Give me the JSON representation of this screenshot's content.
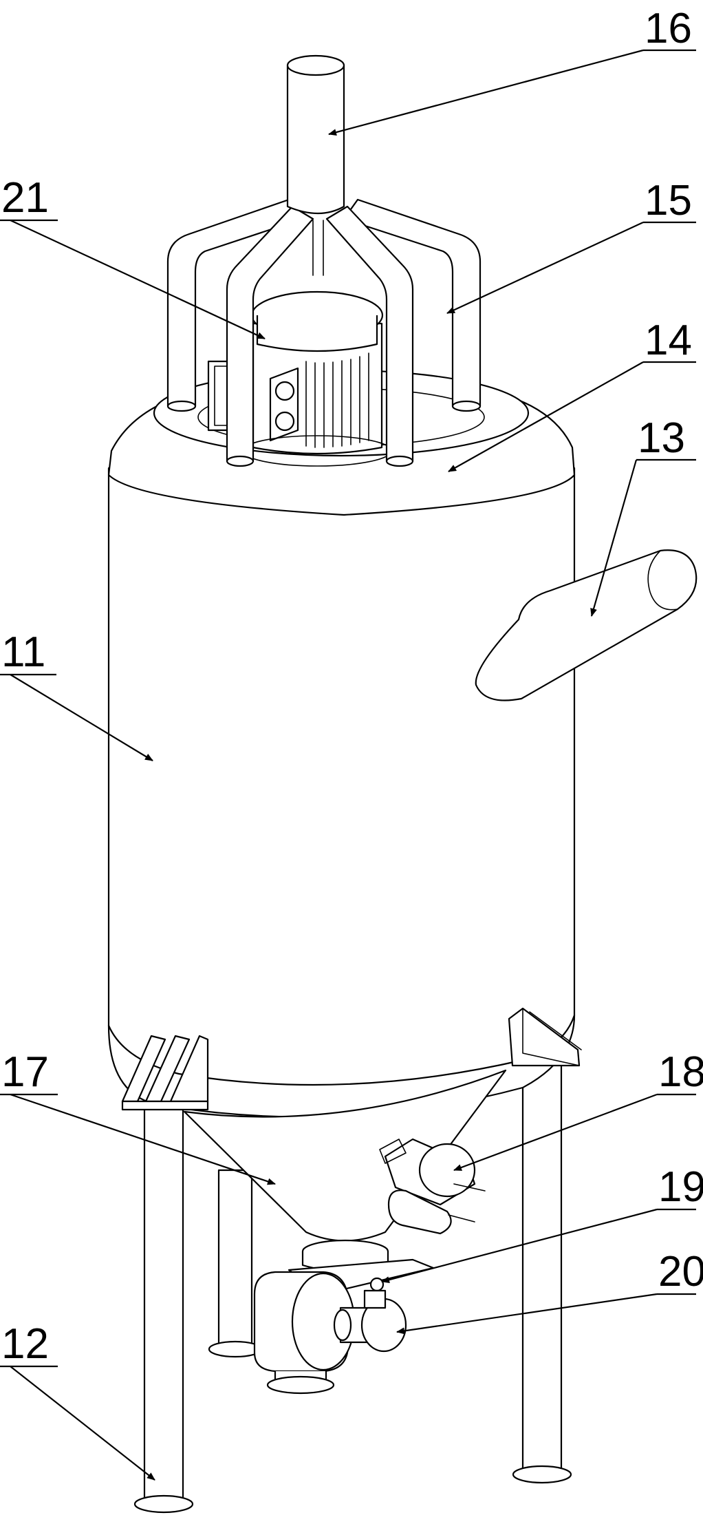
{
  "labels": [
    {
      "id": "label-11",
      "text": "11"
    },
    {
      "id": "label-12",
      "text": "12"
    },
    {
      "id": "label-13",
      "text": "13"
    },
    {
      "id": "label-14",
      "text": "14"
    },
    {
      "id": "label-15",
      "text": "15"
    },
    {
      "id": "label-16",
      "text": "16"
    },
    {
      "id": "label-17",
      "text": "17"
    },
    {
      "id": "label-18",
      "text": "18"
    },
    {
      "id": "label-19",
      "text": "19"
    },
    {
      "id": "label-20",
      "text": "20"
    },
    {
      "id": "label-21",
      "text": "21"
    }
  ]
}
